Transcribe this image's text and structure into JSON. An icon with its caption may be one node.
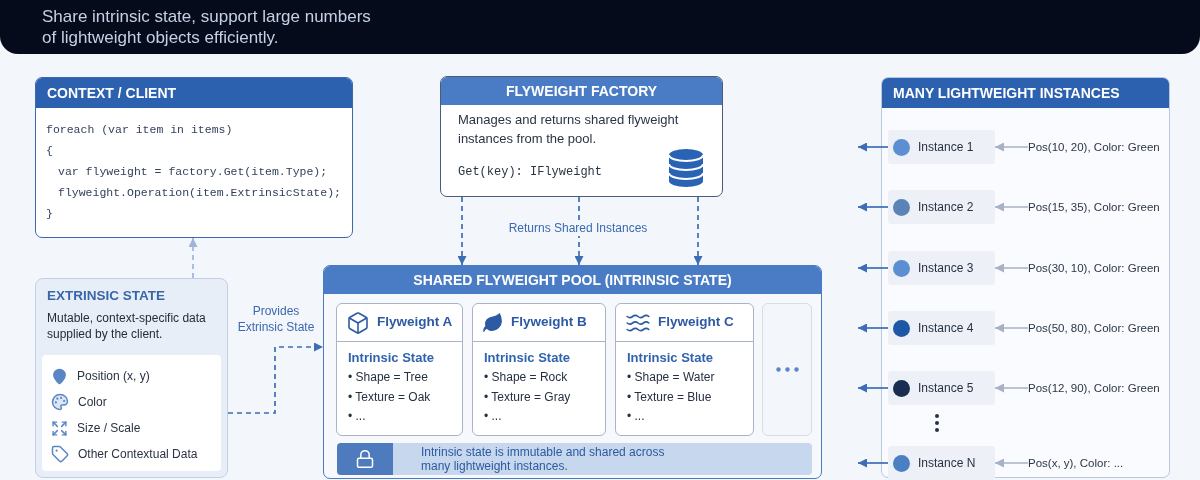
{
  "diagram": {
    "nodes": [
      {
        "text": [
          "Share intrinsic state, support large numbers of lightweight objects efficiently."
        ]
      },
      {
        "text": [
          "CONTEXT / CLIENT",
          "foreach (var item in items)",
          "{",
          "var flyweight = factory.Get(item.Type);",
          "flyweight.Operation(item.ExtrinsicState);",
          "}"
        ]
      },
      {
        "text": [
          "FLYWEIGHT FACTORY",
          "Manages and returns shared flyweight instances from the pool.",
          "Get(key): IFlyweight"
        ]
      },
      {
        "text": [
          "MANY LIGHTWEIGHT INSTANCES"
        ]
      },
      {
        "text": [
          "Instance 1"
        ],
        "in": 3
      },
      {
        "text": [
          "Pos(10, 20), Color: Green"
        ],
        "in": 3
      },
      {
        "text": [
          "Instance 2"
        ],
        "in": 3
      },
      {
        "text": [
          "Pos(15, 35), Color: Green"
        ],
        "in": 3
      },
      {
        "text": [
          "Instance 3"
        ],
        "in": 3
      },
      {
        "text": [
          "Pos(30, 10), Color: Green"
        ],
        "in": 3
      },
      {
        "text": [
          "Instance 4"
        ],
        "in": 3
      },
      {
        "text": [
          "Pos(50, 80), Color: Green"
        ],
        "in": 3
      },
      {
        "text": [
          "Instance 5"
        ],
        "in": 3
      },
      {
        "text": [
          "Pos(12, 90), Color: Green"
        ],
        "in": 3
      },
      {
        "text": [
          "Instance N"
        ],
        "in": 3
      },
      {
        "text": [
          "Pos(x, y), Color: ..."
        ],
        "in": 3
      },
      {
        "text": [
          "EXTRINSIC STATE",
          "Mutable, context-specific data supplied by the client."
        ]
      },
      {
        "text": [
          "Position (x, y)",
          "Color",
          "Size / Scale",
          "Other Contextual Data"
        ],
        "in": 16
      },
      {
        "text": [
          "SHARED FLYWEIGHT POOL (INTRINSIC STATE)"
        ]
      },
      {
        "text": [
          "Flyweight A",
          "Intrinsic State",
          "• Shape = Tree",
          "• Texture = Oak",
          "• ..."
        ],
        "in": 18
      },
      {
        "text": [
          "Flyweight B",
          "Intrinsic State",
          "• Shape = Rock",
          "• Texture = Gray",
          "• ..."
        ],
        "in": 18
      },
      {
        "text": [
          "Flyweight C",
          "Intrinsic State",
          "• Shape = Water",
          "• Texture = Blue",
          "• ..."
        ],
        "in": 18
      },
      {
        "text": [],
        "shape": "box",
        "in": 18
      },
      {
        "text": [
          "Intrinsic state is immutable and shared across many lightweight instances."
        ],
        "in": 18
      }
    ],
    "edges": [
      {
        "from": 16,
        "to": 1,
        "arrow": "to",
        "style": "dashed",
        "color": "#9fb4d8"
      },
      {
        "from": 16,
        "to": 18,
        "arrow": "to",
        "style": "dashed",
        "label": "Provides Extrinsic State"
      },
      {
        "from": 2,
        "to": 18,
        "arrow": "to",
        "style": "dashed"
      },
      {
        "from": 2,
        "to": 18,
        "arrow": "to",
        "style": "dashed",
        "label": "Returns Shared Instances"
      },
      {
        "from": 2,
        "to": 18,
        "arrow": "to",
        "style": "dashed"
      },
      {
        "from": 4,
        "to": null,
        "arrow": "to"
      },
      {
        "from": 6,
        "to": null,
        "arrow": "to"
      },
      {
        "from": 8,
        "to": null,
        "arrow": "to"
      },
      {
        "from": 10,
        "to": null,
        "arrow": "to"
      },
      {
        "from": 12,
        "to": null,
        "arrow": "to"
      },
      {
        "from": 14,
        "to": null,
        "arrow": "to"
      },
      {
        "from": 5,
        "to": 4,
        "arrow": "to",
        "color": "#a7b2c4"
      },
      {
        "from": 7,
        "to": 6,
        "arrow": "to",
        "color": "#a7b2c4"
      },
      {
        "from": 9,
        "to": 8,
        "arrow": "to",
        "color": "#a7b2c4"
      },
      {
        "from": 11,
        "to": 10,
        "arrow": "to",
        "color": "#a7b2c4"
      },
      {
        "from": 13,
        "to": 12,
        "arrow": "to",
        "color": "#a7b2c4"
      },
      {
        "from": 15,
        "to": 14,
        "arrow": "to",
        "color": "#a7b2c4"
      }
    ]
  }
}
